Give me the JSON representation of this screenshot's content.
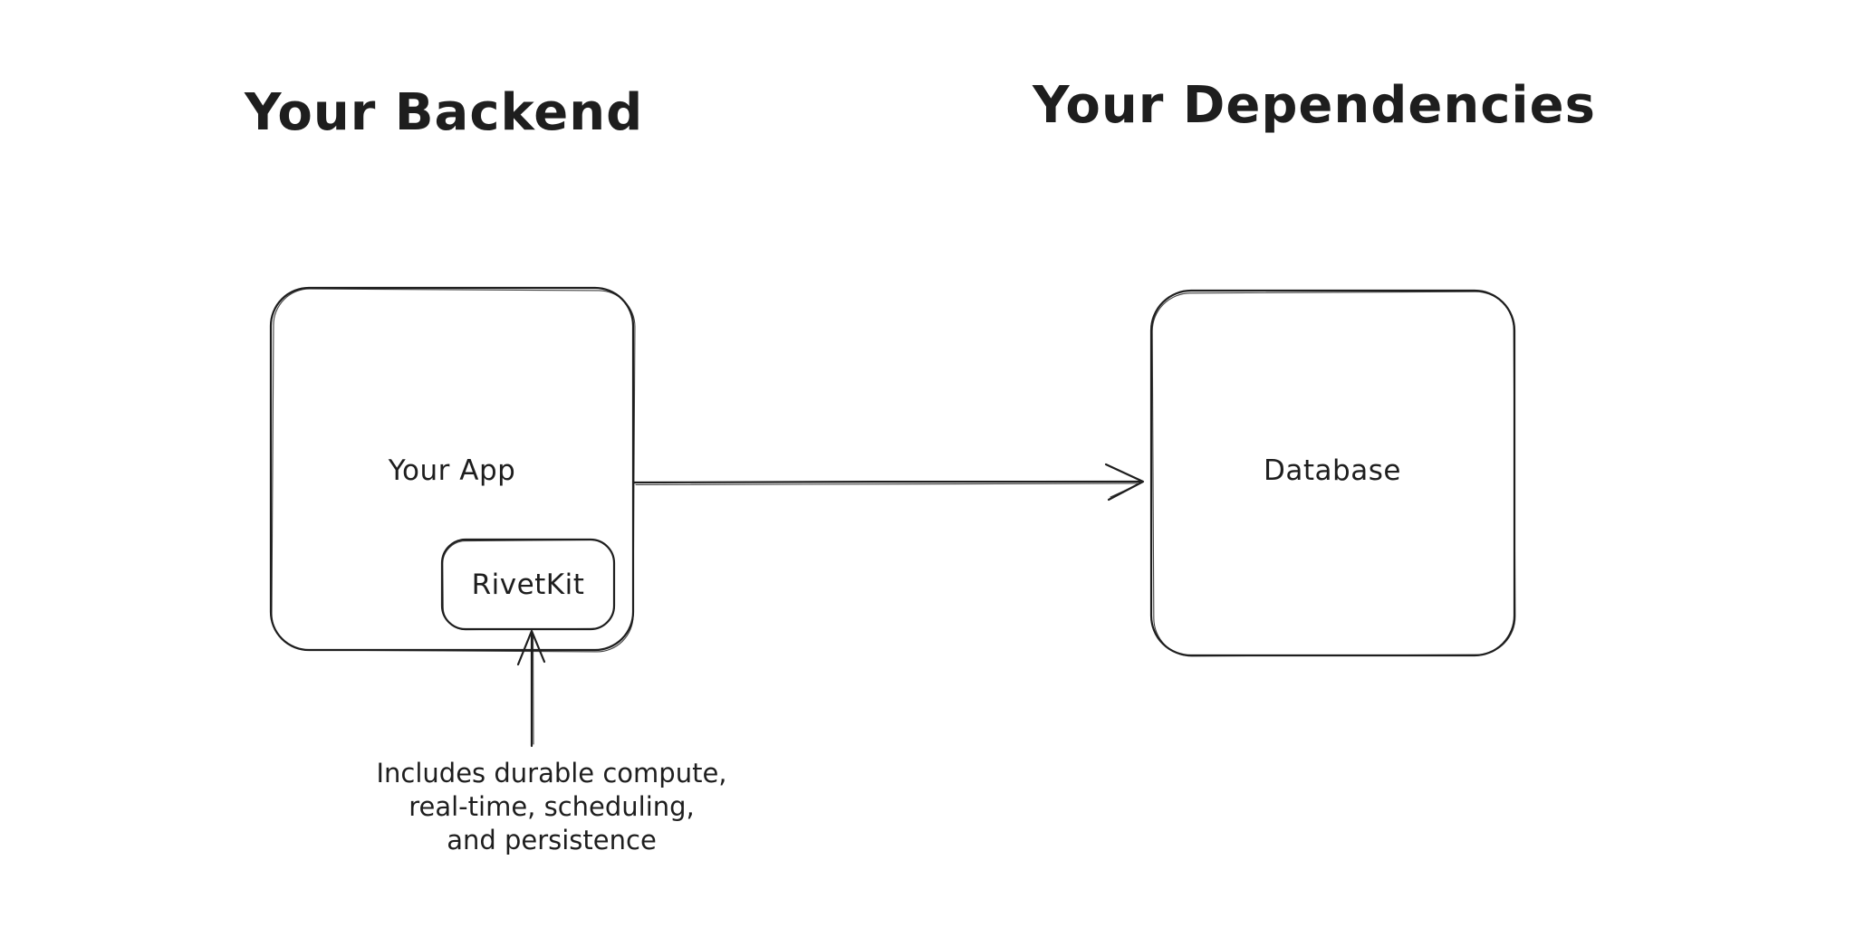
{
  "canvas": {
    "background_color": "#ffffff",
    "stroke_color": "#1e1e1e",
    "style": "hand-drawn whiteboard diagram"
  },
  "headings": {
    "left": "Your Backend",
    "right": "Your Dependencies"
  },
  "nodes": {
    "your_app": {
      "label": "Your App"
    },
    "rivetkit": {
      "label": "RivetKit"
    },
    "database": {
      "label": "Database"
    }
  },
  "arrows": [
    {
      "name": "app-to-database-arrow",
      "from": "Your App",
      "to": "Database",
      "direction": "right"
    },
    {
      "name": "annotation-to-rivetkit-arrow",
      "from": "annotation",
      "to": "RivetKit",
      "direction": "up"
    }
  ],
  "annotation": {
    "lines": [
      "Includes durable compute,",
      "real-time, scheduling,",
      "and persistence"
    ]
  }
}
